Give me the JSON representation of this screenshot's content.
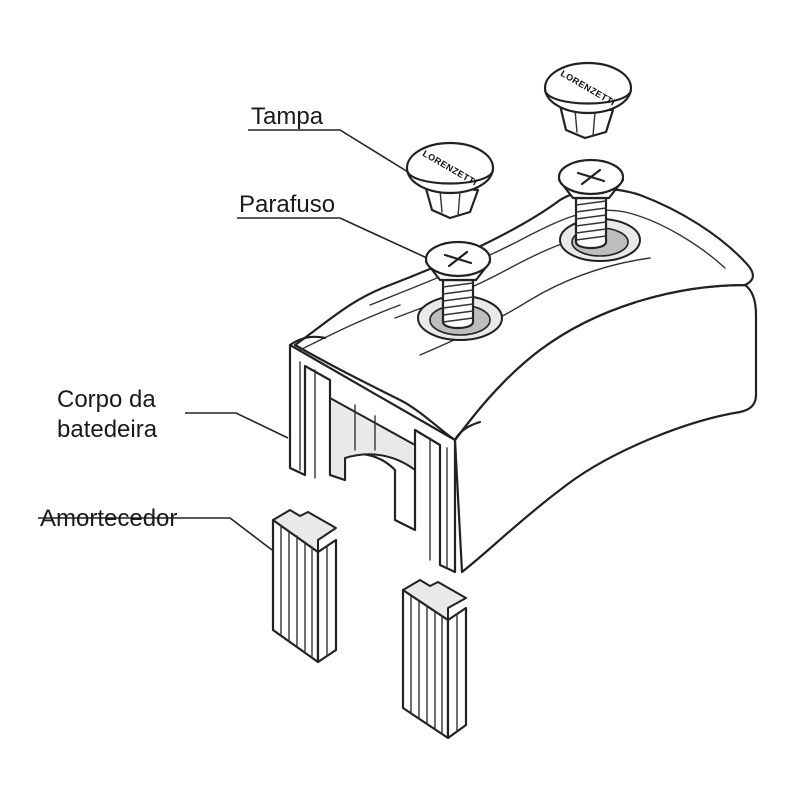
{
  "labels": {
    "cap": "Tampa",
    "screw": "Parafuso",
    "body_line1": "Corpo da",
    "body_line2": "batedeira",
    "damper": "Amortecedor"
  },
  "logo_text": "LORENZETTI",
  "colors": {
    "line": "#222222",
    "fill": "#ffffff",
    "shade": "#e9e9e9"
  }
}
